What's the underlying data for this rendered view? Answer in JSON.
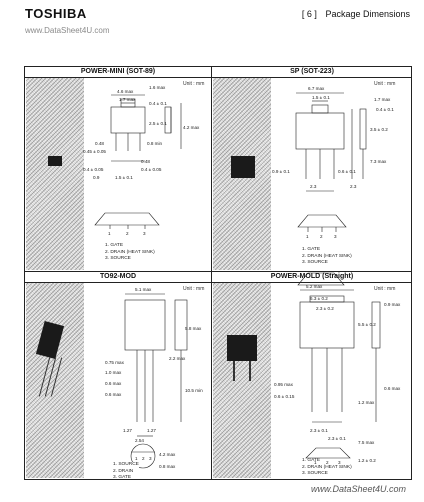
{
  "header": {
    "brand": "TOSHIBA",
    "section_number": "[ 6 ]",
    "section_title": "Package Dimensions",
    "watermark_top": "www.DataSheet4U.com"
  },
  "footer": {
    "watermark": "www.DataSheet4U.com"
  },
  "panels": [
    {
      "title": "POWER-MINI (SOT-89)",
      "unit": "Unit : mm",
      "dims": [
        "4.6 max",
        "1.6 max",
        "1.7 max",
        "0.4 ± 0.1",
        "2.5 ± 0.1",
        "4.2 max",
        "0.8 min",
        "0.45 ± 0.05",
        "0.48",
        "0.4 ± 0.05",
        "0.48",
        "0.4 ± 0.05",
        "1.5 ± 0.1",
        "0.9"
      ],
      "legend": [
        "1.  GATE",
        "2.  DRAIN (HEAT SINK)",
        "3.  SOURCE"
      ],
      "pins": [
        "1",
        "2",
        "3"
      ]
    },
    {
      "title": "SP (SOT-223)",
      "unit": "Unit : mm",
      "dims": [
        "6.7 max",
        "1.5 ± 0.1",
        "1.7 max",
        "0.4 ± 0.1",
        "3.5 ± 0.2",
        "7.3 max",
        "0.9 ± 0.1",
        "0.6 ± 0.1",
        "2.3",
        "2.3"
      ],
      "legend": [
        "1.  GATE",
        "2.  DRAIN (HEAT SINK)",
        "3.  SOURCE"
      ],
      "pins": [
        "1",
        "2",
        "3"
      ]
    },
    {
      "title": "TO92-MOD",
      "unit": "Unit : mm",
      "dims": [
        "5.1 max",
        "0.75 max",
        "1.0 max",
        "0.6 max",
        "2.2 max",
        "0.6 max",
        "10.5 min",
        "1.27",
        "1.27",
        "2.54",
        "5.8 max",
        "4.2 max",
        "0.8 max"
      ],
      "legend": [
        "1.  SOURCE",
        "2.  DRAIN",
        "3.  GATE"
      ],
      "pins": [
        "1",
        "2",
        "3"
      ]
    },
    {
      "title": "POWER-MOLD (Straight)",
      "unit": "Unit : mm",
      "dims": [
        "5.2 max",
        "6.3 ± 0.2",
        "2.3 ± 0.2",
        "0.9 max",
        "5.5 ± 0.2",
        "0.95 max",
        "0.6 ± 0.15",
        "1.2 max",
        "0.6 max",
        "2.3 ± 0.1",
        "2.3 ± 0.1",
        "7.5 max",
        "1.2 ± 0.2"
      ],
      "legend": [
        "1.  GATE",
        "2.  DRAIN (HEAT SINK)",
        "3.  SOURCE"
      ],
      "pins": [
        "1",
        "2",
        "3"
      ]
    }
  ]
}
